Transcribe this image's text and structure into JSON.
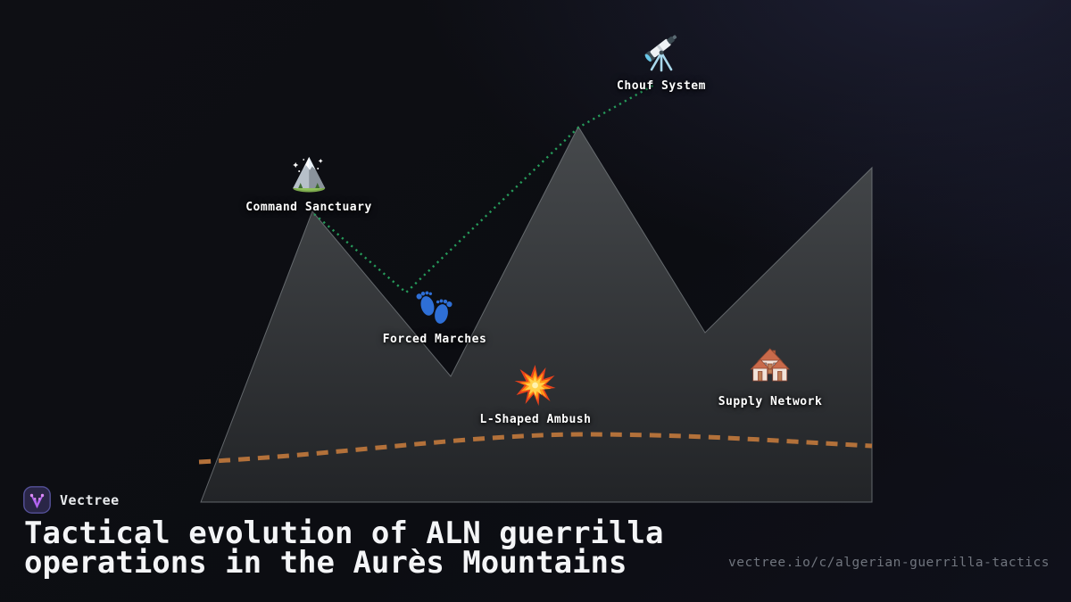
{
  "brand": {
    "name": "Vectree"
  },
  "title": {
    "line1": "Tactical evolution of ALN guerrilla",
    "line2": "operations in the Aurès Mountains"
  },
  "footer_url": "vectree.io/c/algerian-guerrilla-tactics",
  "diagram": {
    "nodes": [
      {
        "label": "Command Sanctuary",
        "icon": "snow-capped-mountain-icon"
      },
      {
        "label": "Forced Marches",
        "icon": "footprints-icon"
      },
      {
        "label": "Chouf System",
        "icon": "telescope-icon"
      },
      {
        "label": "L-Shaped Ambush",
        "icon": "collision-icon"
      },
      {
        "label": "Supply Network",
        "icon": "houses-icon"
      }
    ],
    "colors": {
      "route_dotted": "#28a35f",
      "trail_dashed": "#b3713a",
      "mountain_top": "#46494c",
      "mountain_bottom": "#222427",
      "accent_purple": "#b264f0"
    }
  }
}
